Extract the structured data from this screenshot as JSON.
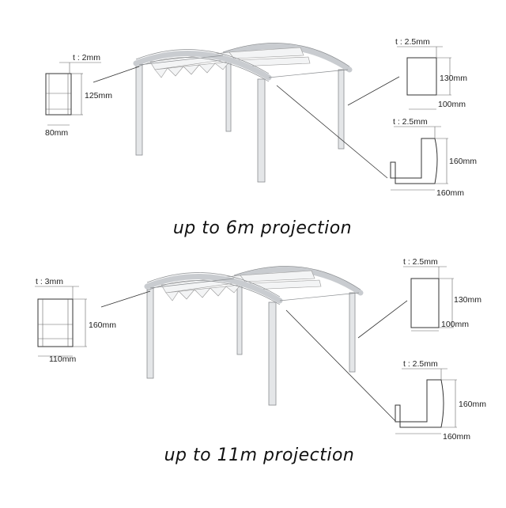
{
  "sections": [
    {
      "caption": "up to 6m projection",
      "left_profile": {
        "thickness": "t : 2mm",
        "height": "125mm",
        "width": "80mm"
      },
      "right_profile_top": {
        "thickness": "t : 2.5mm",
        "height": "130mm",
        "width": "100mm"
      },
      "right_profile_bottom": {
        "thickness": "t : 2.5mm",
        "height": "160mm",
        "width": "160mm"
      }
    },
    {
      "caption": "up to 11m projection",
      "left_profile": {
        "thickness": "t : 3mm",
        "height": "160mm",
        "width": "110mm"
      },
      "right_profile_top": {
        "thickness": "t : 2.5mm",
        "height": "130mm",
        "width": "100mm"
      },
      "right_profile_bottom": {
        "thickness": "t : 2.5mm",
        "height": "160mm",
        "width": "160mm"
      }
    }
  ]
}
